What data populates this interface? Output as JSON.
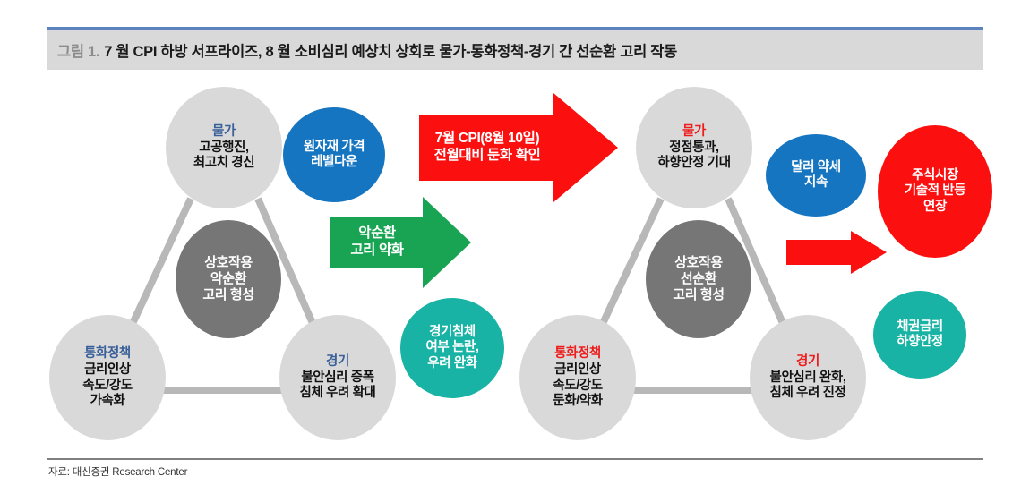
{
  "header": {
    "figure_number": "그림 1.",
    "title": "7 월 CPI 하방 서프라이즈, 8 월 소비심리 예상치 상회로 물가-통화정책-경기 간 선순환 고리 작동"
  },
  "footer": {
    "source": "자료: 대신증권 Research Center"
  },
  "colors": {
    "band_gray": "#d9d9d9",
    "top_rule_blue": "#5b84bf",
    "node_gray": "#d9d9d9",
    "node_dark_gray": "#767676",
    "node_blue": "#1675c0",
    "node_teal": "#18b3a5",
    "node_red": "#fb0f0f",
    "arrow_red": "#fb0f0f",
    "arrow_green": "#19a453",
    "label_blue": "#3a6099",
    "label_red": "#ee1c1c",
    "connector_gray": "#b3b3b3"
  },
  "left_cycle": {
    "prices": {
      "header": "물가",
      "lines": [
        "고공행진,",
        "최고치 경신"
      ]
    },
    "monetary_policy": {
      "header": "통화정책",
      "lines": [
        "금리인상",
        "속도/강도",
        "가속화"
      ]
    },
    "economy": {
      "header": "경기",
      "lines": [
        "불안심리 증폭",
        "침체 우려 확대"
      ]
    },
    "center": {
      "lines": [
        "상호작용",
        "악순환",
        "고리 형성"
      ]
    }
  },
  "right_cycle": {
    "prices": {
      "header": "물가",
      "lines": [
        "정점통과,",
        "하향안정 기대"
      ]
    },
    "monetary_policy": {
      "header": "통화정책",
      "lines": [
        "금리인상",
        "속도/강도",
        "둔화/약화"
      ]
    },
    "economy": {
      "header": "경기",
      "lines": [
        "불안심리 완화,",
        "침체 우려 진정"
      ]
    },
    "center": {
      "lines": [
        "상호작용",
        "선순환",
        "고리 형성"
      ]
    }
  },
  "catalysts": {
    "commodity": {
      "lines": [
        "원자재 가격",
        "레벨다운"
      ]
    },
    "recession_debate": {
      "lines": [
        "경기침체",
        "여부 논란,",
        "우려 완화"
      ]
    },
    "dollar": {
      "lines": [
        "달러 약세",
        "지속"
      ]
    },
    "bond_yield": {
      "lines": [
        "채권금리",
        "하향안정"
      ]
    },
    "equity": {
      "lines": [
        "주식시장",
        "기술적 반등",
        "연장"
      ]
    }
  },
  "arrows": {
    "cpi_banner": {
      "lines": [
        "7월 CPI(8월 10일)",
        "전월대비 둔화 확인"
      ]
    },
    "vicious_cycle_weakening": {
      "lines": [
        "악순환",
        "고리 약화"
      ]
    },
    "to_equity": {
      "label": ""
    }
  }
}
